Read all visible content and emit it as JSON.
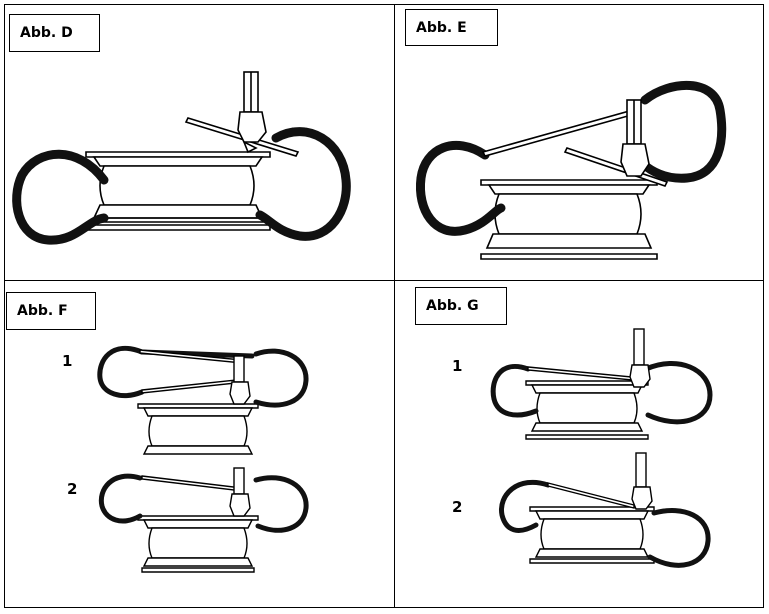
{
  "panels": {
    "d": {
      "label": "Abb. D"
    },
    "e": {
      "label": "Abb. E"
    },
    "f": {
      "label": "Abb. F",
      "steps": [
        "1",
        "2"
      ]
    },
    "g": {
      "label": "Abb. G",
      "steps": [
        "1",
        "2"
      ]
    }
  },
  "colors": {
    "line": "#000000",
    "tire": "#111111",
    "background": "#ffffff"
  },
  "icons": [
    "tire-mounting-illustration",
    "mounting-head-icon",
    "lever-bar-icon",
    "rim-icon",
    "tire-bead-icon"
  ]
}
